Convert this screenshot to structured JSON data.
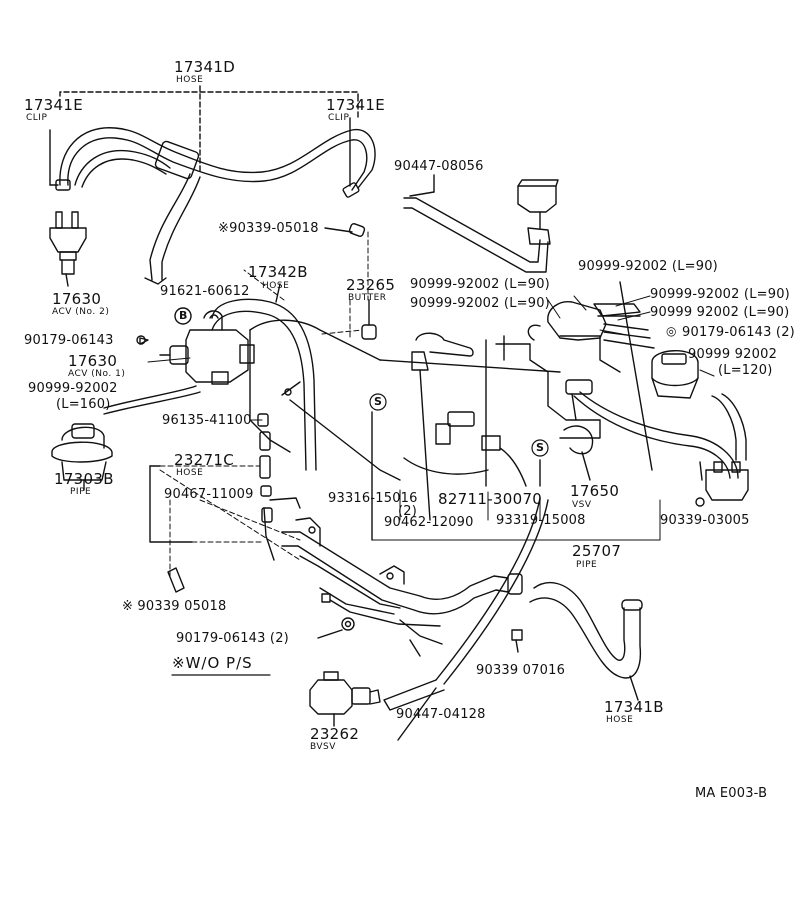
{
  "parts": {
    "p17341D": "17341D",
    "p17341D_sub": "HOSE",
    "p17341E_left": "17341E",
    "p17341E_left_sub": "CLIP",
    "p17341E_right": "17341E",
    "p17341E_right_sub": "CLIP",
    "p90447_08056": "90447-08056",
    "p90339_05018_top": "※90339-05018",
    "p17630_no2": "17630",
    "p17630_no2_sub": "ACV (No. 2)",
    "p91621_60612": "91621-60612",
    "p17342B": "17342B",
    "p17342B_sub": "HOSE",
    "p23265": "23265",
    "p23265_sub": "BUTTER",
    "p90999_92002_L90_a": "90999-92002 (L=90)",
    "p90999_92002_L90_b": "90999-92002 (L=90)",
    "p90999_92002_L90_c": "90999-92002 (L=90)",
    "p90999_92002_L90_d": "90999-92002 (L=90)",
    "p90999_92002_L90_e": "90999 92002 (L=90)",
    "p90179_06143_left": "90179-06143",
    "p90179_06143_right": "90179-06143 (2)",
    "p17630_no1": "17630",
    "p17630_no1_sub": "ACV (No. 1)",
    "p90999_92002_L160": "90999-92002",
    "p90999_92002_L160_len": "(L=160)",
    "p90999_92002_L120": "90999 92002",
    "p90999_92002_L120_len": "(L=120)",
    "p96135_41100": "96135-41100",
    "p17303B": "17303B",
    "p17303B_sub": "PIPE",
    "p23271C": "23271C",
    "p23271C_sub": "HOSE",
    "p90467_11009": "90467-11009",
    "p93316_15016": "93316-15016",
    "p93316_15016_qty": "(2)",
    "p82711_30070": "82711-30070",
    "p17650": "17650",
    "p17650_sub": "VSV",
    "p90462_12090": "90462-12090",
    "p93319_15008": "93319-15008",
    "p90339_03005": "90339-03005",
    "p25707": "25707",
    "p25707_sub": "PIPE",
    "p90339_05018_bottom": "※ 90339 05018",
    "p90179_06143_bottom": "90179-06143 (2)",
    "p90339_07016": "90339 07016",
    "wo_ps": "※W/O  P/S",
    "p90447_04128": "90447-04128",
    "p17341B": "17341B",
    "p17341B_sub": "HOSE",
    "p23262": "23262",
    "p23262_sub": "BVSV",
    "s_mark": "S",
    "b_mark": "B",
    "drawing_code": "MA  E003-B"
  }
}
